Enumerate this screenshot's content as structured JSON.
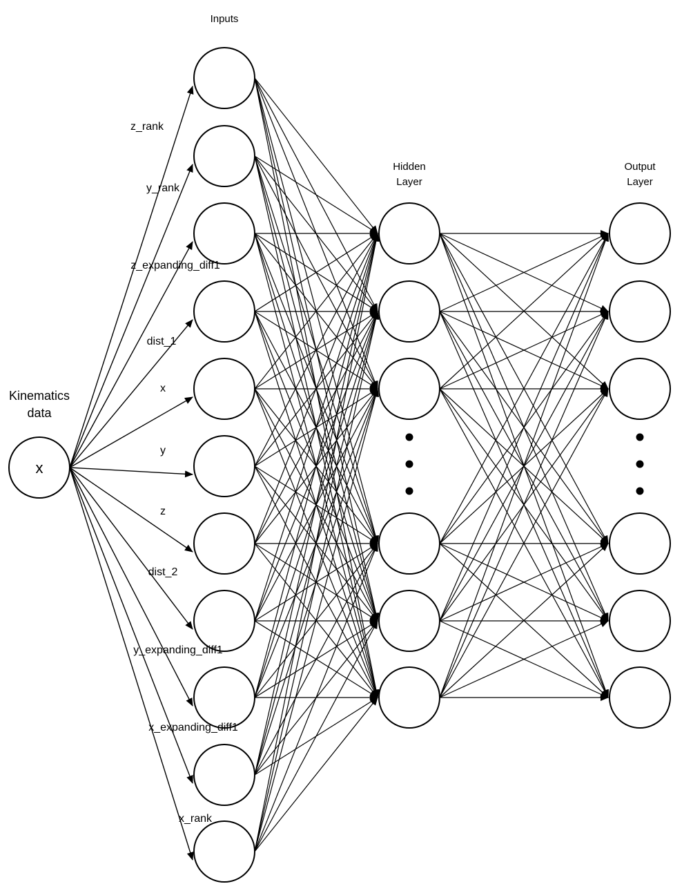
{
  "headers": {
    "inputs": "Inputs",
    "hidden_line1": "Hidden",
    "hidden_line2": "Layer",
    "output_line1": "Output",
    "output_line2": "Layer"
  },
  "source": {
    "title_line1": "Kinematics",
    "title_line2": "data",
    "symbol": "x"
  },
  "features": [
    "z_rank",
    "y_rank",
    "z_expanding_diff1",
    "dist_1",
    "x",
    "y",
    "z",
    "dist_2",
    "y_expanding_diff1",
    "x_expanding_diff1",
    "x_rank"
  ],
  "layers": {
    "input_count": 11,
    "hidden_visible_count": 6,
    "output_visible_count": 6,
    "hidden_ellipsis": true,
    "output_ellipsis": true,
    "fully_connected": true
  },
  "colors": {
    "stroke": "#000000",
    "background": "#ffffff"
  }
}
